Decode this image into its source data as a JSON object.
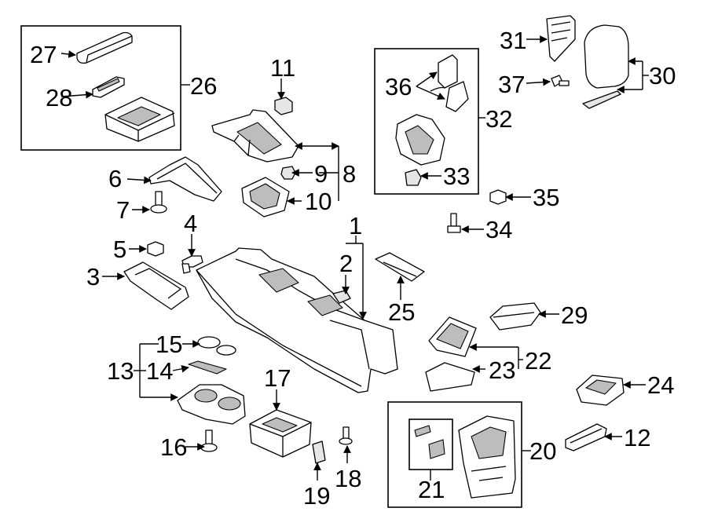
{
  "callouts": {
    "c1": "1",
    "c2": "2",
    "c3": "3",
    "c4": "4",
    "c5": "5",
    "c6": "6",
    "c7": "7",
    "c8": "8",
    "c9": "9",
    "c10": "10",
    "c11": "11",
    "c12": "12",
    "c13": "13",
    "c14": "14",
    "c15": "15",
    "c16": "16",
    "c17": "17",
    "c18": "18",
    "c19": "19",
    "c20": "20",
    "c21": "21",
    "c22": "22",
    "c23": "23",
    "c24": "24",
    "c25": "25",
    "c26": "26",
    "c27": "27",
    "c28": "28",
    "c29": "29",
    "c30": "30",
    "c31": "31",
    "c32": "32",
    "c33": "33",
    "c34": "34",
    "c35": "35",
    "c36": "36",
    "c37": "37"
  },
  "colors": {
    "line": "#000000",
    "background": "#ffffff",
    "shade": "#e6e6e6"
  }
}
